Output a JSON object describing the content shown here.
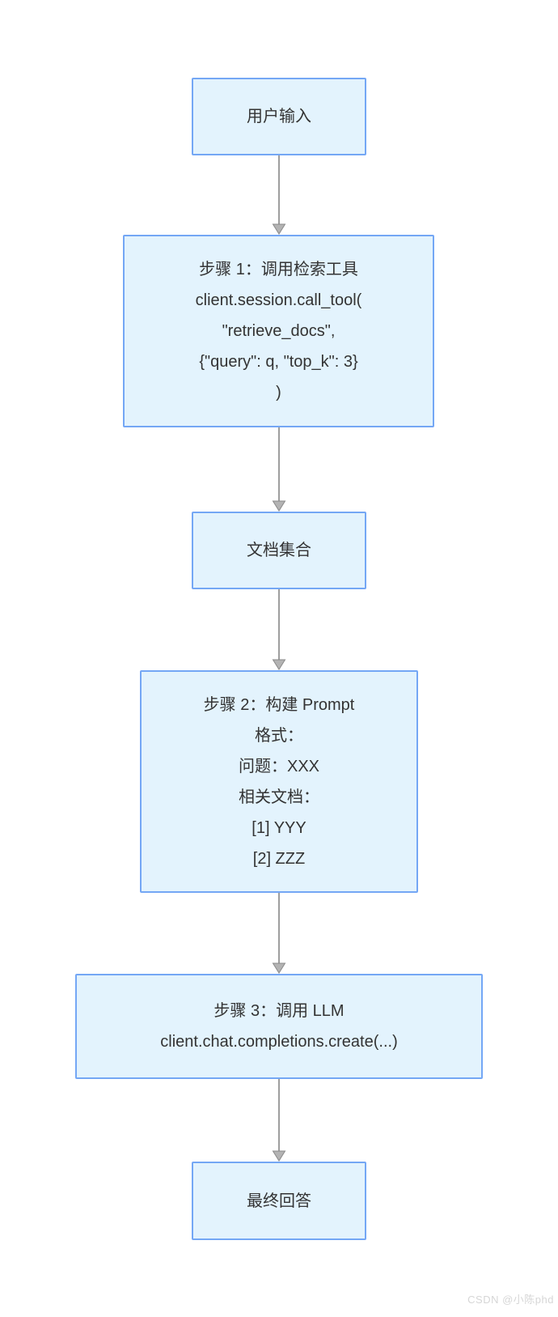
{
  "colors": {
    "node_fill": "#e3f3fd",
    "node_border": "#74a7f5",
    "arrow_line": "#9e9e9e",
    "arrow_head_fill": "#b3b3b3",
    "arrow_head_stroke": "#8a8a8a",
    "text": "#333333",
    "watermark": "#d6d6d6"
  },
  "nodes": [
    {
      "id": "user-input",
      "lines": [
        "用户输入"
      ]
    },
    {
      "id": "step1-call-retrieval-tool",
      "lines": [
        "步骤 1：调用检索工具",
        "client.session.call_tool(",
        "\"retrieve_docs\",",
        "{\"query\": q, \"top_k\": 3}",
        ")"
      ]
    },
    {
      "id": "document-collection",
      "lines": [
        "文档集合"
      ]
    },
    {
      "id": "step2-build-prompt",
      "lines": [
        "步骤 2：构建 Prompt",
        "格式：",
        "问题：XXX",
        "相关文档：",
        "[1] YYY",
        "[2] ZZZ"
      ]
    },
    {
      "id": "step3-call-llm",
      "lines": [
        "步骤 3：调用 LLM",
        "client.chat.completions.create(...)"
      ]
    },
    {
      "id": "final-answer",
      "lines": [
        "最终回答"
      ]
    }
  ],
  "watermark": "CSDN @小陈phd"
}
